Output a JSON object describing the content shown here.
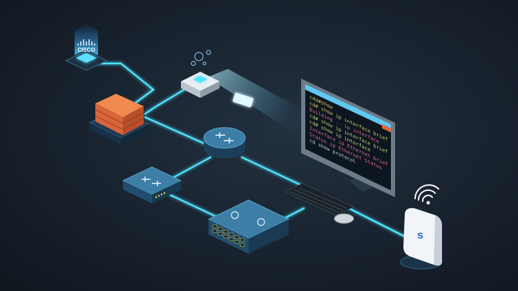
{
  "cisco_node": {
    "logo_text": "CISCO"
  },
  "terminal": {
    "lines": [
      {
        "text": "c4d#show",
        "color": "#d8c860"
      },
      {
        "text": "cd# show ip interface brief",
        "color": "#d8c860"
      },
      {
        "text": "Building .. ip interface",
        "color": "#e06a8a"
      },
      {
        "text": "cd# show ip interface brief",
        "color": "#c8d070"
      },
      {
        "text": "cd# show ip interface",
        "color": "#c8d070"
      },
      {
        "text": "Interface ip Ethernet brief",
        "color": "#e06a8a"
      },
      {
        "text": "Status ip Ethernet Status",
        "color": "#e06a8a"
      },
      {
        "text": "cd show protocol",
        "color": "#d0d0d0"
      }
    ]
  },
  "colors": {
    "link": "#4fe3ff",
    "device_blue": "#2e6a8e",
    "firewall": "#e2753f",
    "background": "#18222e"
  }
}
